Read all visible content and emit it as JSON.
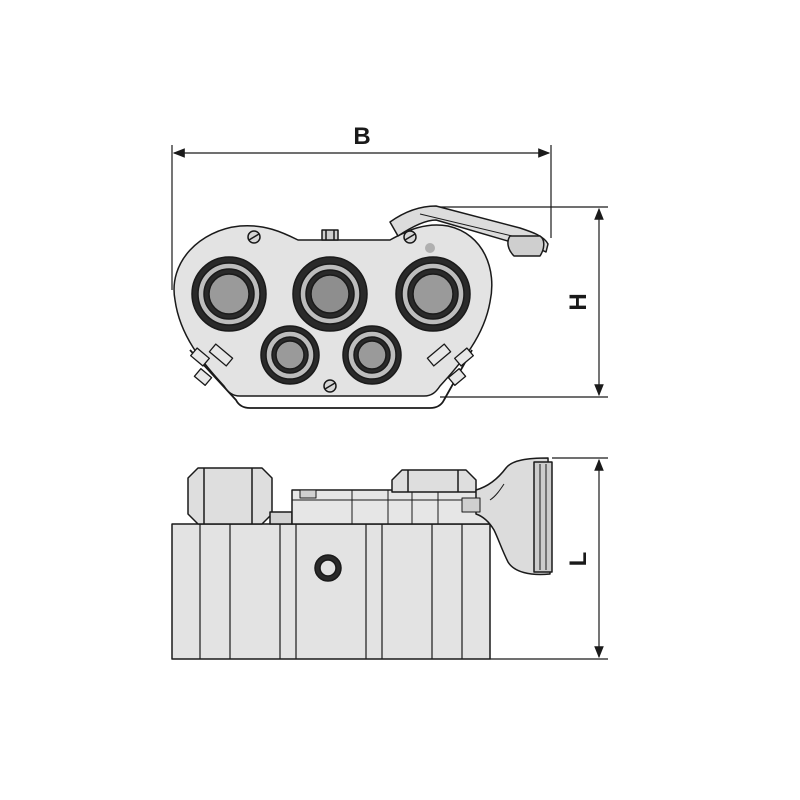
{
  "dimensions": {
    "width_label": "B",
    "height_label": "H",
    "length_label": "L"
  },
  "colors": {
    "line": "#1a1a1a",
    "body_fill": "#e3e3e3",
    "port_dark": "#2a2a2a",
    "port_mid": "#8e8e8e",
    "port_light": "#bdbdbd",
    "background": "#ffffff"
  },
  "views": {
    "top_view": "front-view-ports",
    "bottom_view": "side-view-body"
  }
}
